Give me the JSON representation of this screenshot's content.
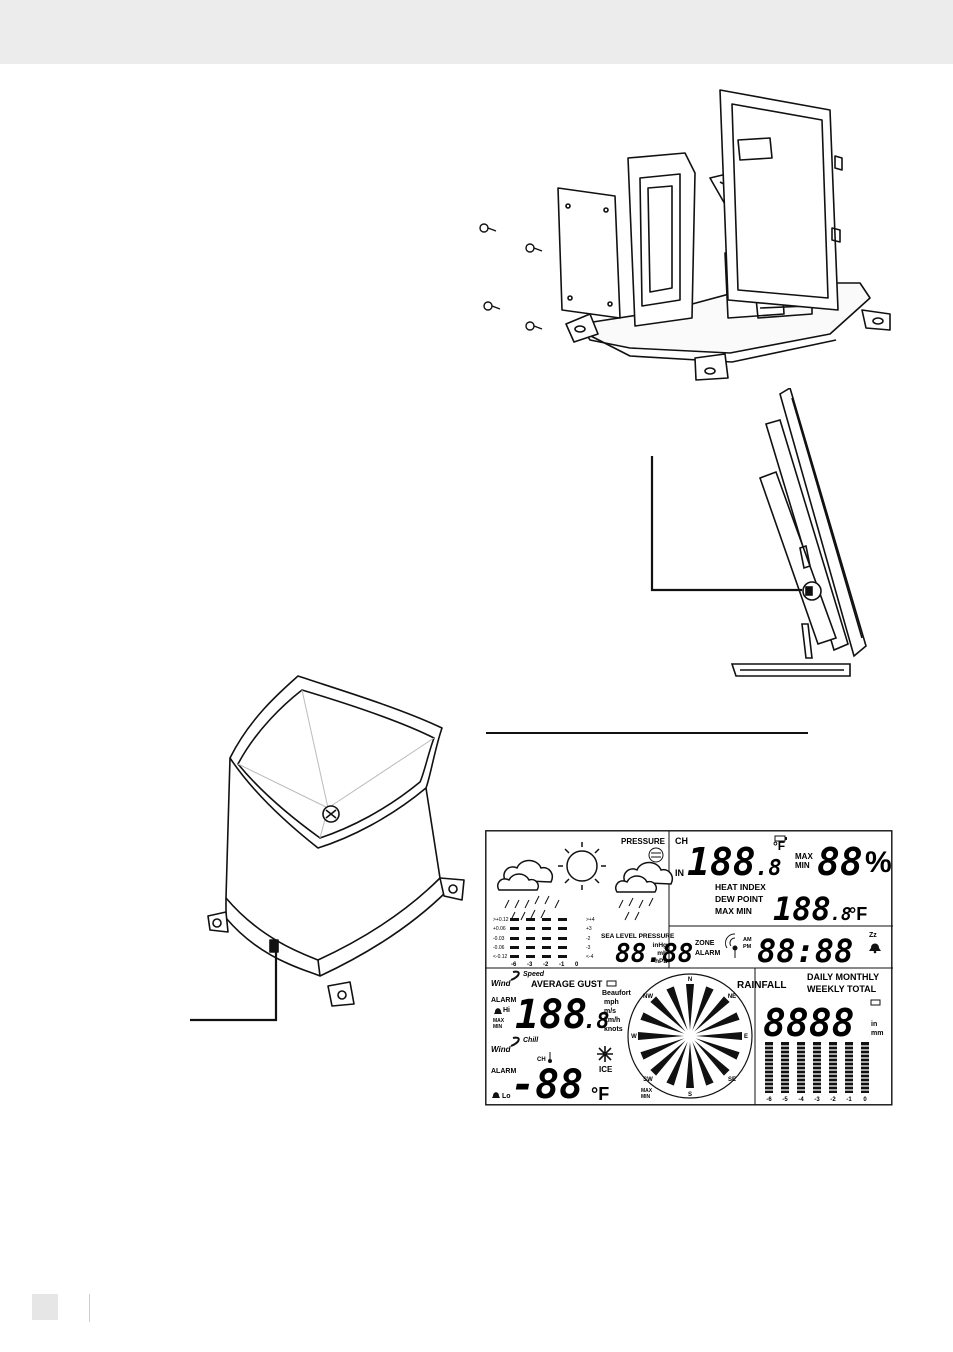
{
  "display": {
    "pressure_label": "PRESSURE",
    "sea_level_label": "SEA LEVEL PRESSURE",
    "pressure_digits": "88.88",
    "pressure_units": [
      "inHg",
      "mb",
      "hPa"
    ],
    "history_axis": [
      "-6",
      "-3",
      "-2",
      "-1",
      "0"
    ],
    "history_left_labels": [
      ">+0.12",
      "+0.06",
      "-0.03",
      "-0.06",
      "<-0.12"
    ],
    "history_right_labels": [
      ">+4",
      "+3",
      "-2",
      "-3",
      "<-4"
    ],
    "ch_label": "CH",
    "in_label": "IN",
    "temp_digits": "188",
    "temp_decimal": ".8",
    "temp_unit": "°F",
    "max_label": "MAX",
    "min_label": "MIN",
    "humidity_digits": "88",
    "humidity_unit": "%",
    "heat_index_label": "HEAT INDEX",
    "dew_point_label": "DEW POINT",
    "max_min_label": "MAX MIN",
    "derived_digits": "188",
    "derived_decimal": ".8",
    "derived_unit": "°F",
    "zone_label": "ZONE",
    "alarm_label": "ALARM",
    "am_label": "AM",
    "pm_label": "PM",
    "time_digits": "88:88",
    "zz_label": "Zz",
    "wind_label": "Wind",
    "speed_label": "Speed",
    "average_gust_label": "AVERAGE GUST",
    "alarm_hi_label": "ALARM",
    "hi_label": "Hi",
    "wind_max_min": [
      "MAX",
      "MIN"
    ],
    "wind_digits": "188",
    "wind_decimal": ".8",
    "wind_units": [
      "Beaufort",
      "mph",
      "m/s",
      "km/h",
      "knots"
    ],
    "chill_label": "Chill",
    "ch_small_label": "CH",
    "ice_label": "ICE",
    "alarm_lo_label": "ALARM",
    "lo_label": "Lo",
    "chill_digits": "-88",
    "chill_unit": "°F",
    "chill_max_min": [
      "MAX",
      "MIN"
    ],
    "compass": [
      "N",
      "NE",
      "E",
      "SE",
      "S",
      "SW",
      "W",
      "NW"
    ],
    "rainfall_label": "RAINFALL",
    "rain_period_line1": "DAILY MONTHLY",
    "rain_period_line2": "WEEKLY TOTAL",
    "rain_digits": "8888",
    "rain_units": [
      "in",
      "mm"
    ],
    "rain_axis": [
      "-6",
      "-5",
      "-4",
      "-3",
      "-2",
      "-1",
      "0"
    ]
  }
}
